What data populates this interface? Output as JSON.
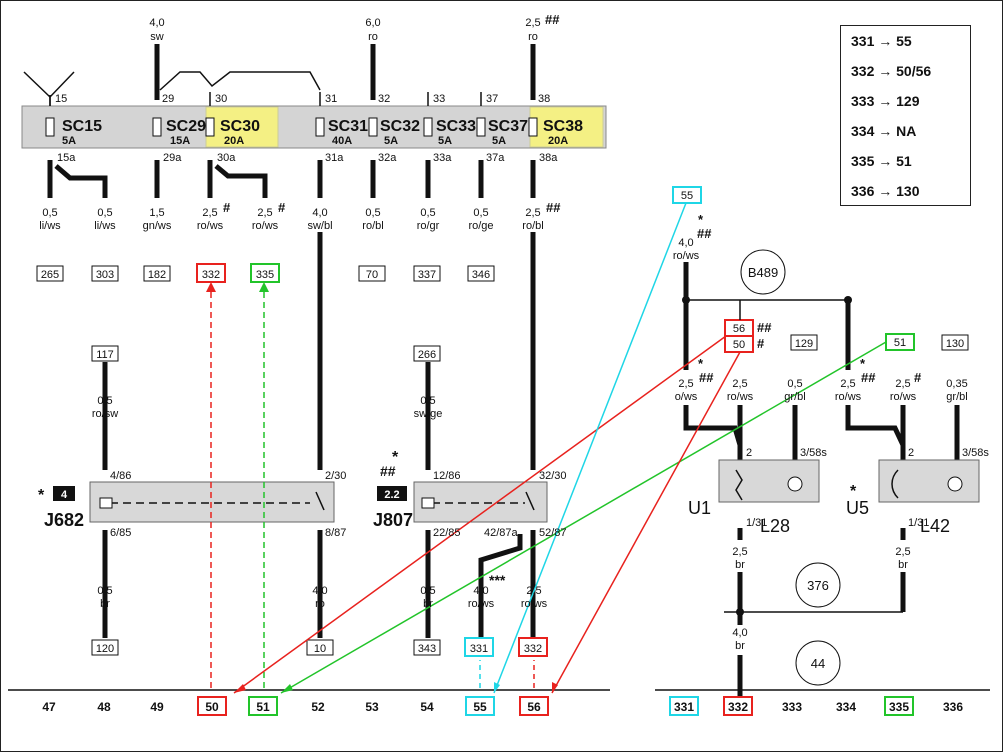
{
  "legend": [
    {
      "text": "331 → 55"
    },
    {
      "text": "332 → 50/56"
    },
    {
      "text": "333 → 129"
    },
    {
      "text": "334 → NA"
    },
    {
      "text": "335 → 51"
    },
    {
      "text": "336 → 130"
    }
  ],
  "fuse_top_numbers": [
    "15",
    "29",
    "30",
    "31",
    "32",
    "33",
    "37",
    "38"
  ],
  "fuses": [
    {
      "name": "SC15",
      "amps": "5A"
    },
    {
      "name": "SC29",
      "amps": "15A"
    },
    {
      "name": "SC30",
      "amps": "20A"
    },
    {
      "name": "SC31",
      "amps": "40A"
    },
    {
      "name": "SC32",
      "amps": "5A"
    },
    {
      "name": "SC33",
      "amps": "5A"
    },
    {
      "name": "SC37",
      "amps": "5A"
    },
    {
      "name": "SC38",
      "amps": "20A"
    }
  ],
  "fuse_bottom_numbers": [
    "15a",
    "29a",
    "30a",
    "31a",
    "32a",
    "33a",
    "37a",
    "38a"
  ],
  "supply_wires": [
    {
      "size": "4,0",
      "color": "sw"
    },
    {
      "size": "6,0",
      "color": "ro"
    },
    {
      "size": "2,5",
      "color": "ro",
      "mark": "##"
    }
  ],
  "branch_wires": [
    {
      "size": "0,5",
      "color": "li/ws",
      "ref": "265"
    },
    {
      "size": "0,5",
      "color": "li/ws",
      "ref": "303"
    },
    {
      "size": "1,5",
      "color": "gn/ws",
      "ref": "182"
    },
    {
      "size": "2,5",
      "color": "ro/ws",
      "mark": "#",
      "ref": "332"
    },
    {
      "size": "2,5",
      "color": "ro/ws",
      "mark": "#",
      "ref": "335"
    },
    {
      "size": "4,0",
      "color": "sw/bl"
    },
    {
      "size": "0,5",
      "color": "ro/bl",
      "ref": "70"
    },
    {
      "size": "0,5",
      "color": "ro/gr",
      "ref": "337"
    },
    {
      "size": "0,5",
      "color": "ro/ge",
      "ref": "346"
    },
    {
      "size": "2,5",
      "color": "ro/bl",
      "mark": "##"
    }
  ],
  "relay_j682": {
    "label": "J682",
    "badge": "4",
    "star": "*",
    "top_ref": "117",
    "top_size": "0,5",
    "top_color": "ro/sw",
    "top_pin": "4/86",
    "bottom_pin": "6/85",
    "bottom_size": "0,5",
    "bottom_color": "br",
    "bottom_ref": "120",
    "right_top_pin": "2/30",
    "right_bottom_pin": "8/87",
    "out_size": "4,0",
    "out_color": "ro",
    "out_ref": "10"
  },
  "relay_j807": {
    "label": "J807",
    "badge": "2.2",
    "star": "*",
    "mark": "##",
    "top_ref": "266",
    "top_size": "0,5",
    "top_color": "sw/ge",
    "top_pin": "12/86",
    "bottom_pin": "22/85",
    "bottom_size": "0,5",
    "bottom_color": "br",
    "bottom_ref": "343",
    "pin_87a": "42/87a",
    "right_top_pin": "32/30",
    "right_bottom_pin": "52/87",
    "out1_size": "4,0",
    "out1_color": "ro/ws",
    "out1_ref": "331",
    "out1_mark": "***",
    "out2_size": "2,5",
    "out2_color": "ro/ws",
    "out2_ref": "332"
  },
  "right_section": {
    "ref55": "55",
    "ref55_mark1": "*",
    "ref55_mark2": "##",
    "ref55_size": "4,0",
    "ref55_color": "ro/ws",
    "b489": "B489",
    "ref56": "56",
    "ref56_mark": "##",
    "ref50": "50",
    "ref50_mark": "#",
    "ref129": "129",
    "ref51": "51",
    "ref130": "130",
    "u1_left_size": "2,5",
    "u1_left_color": "o/ws",
    "u1_left_mark1": "*",
    "u1_left_mark2": "##",
    "u1_mid_size": "2,5",
    "u1_mid_color": "ro/ws",
    "u1_right_size": "0,5",
    "u1_right_color": "gr/bl",
    "u5_left_size": "2,5",
    "u5_left_color": "ro/ws",
    "u5_left_mark1": "*",
    "u5_left_mark2": "##",
    "u5_mid_size": "2,5",
    "u5_mid_color": "ro/ws",
    "u5_mid_mark": "#",
    "u5_right_size": "0,35",
    "u5_right_color": "gr/bl",
    "pin2": "2",
    "pin358": "3/58s",
    "pin131": "1/31",
    "u1": "U1",
    "l28": "L28",
    "u5": "U5",
    "u5_star": "*",
    "l42": "L42",
    "gnd_size": "2,5",
    "gnd_color": "br",
    "c376": "376",
    "c44": "44",
    "gnd_main_size": "4,0",
    "gnd_main_color": "br"
  },
  "bottom_numbers": [
    "47",
    "48",
    "49",
    "50",
    "51",
    "52",
    "53",
    "54",
    "55",
    "56"
  ],
  "bottom_numbers_right": [
    "331",
    "332",
    "333",
    "334",
    "335",
    "336"
  ],
  "colors": {
    "red": "#e8221e",
    "green": "#22c42a",
    "cyan": "#1fd6e6",
    "fuse_yellow": "#f4f084",
    "fuse_bar": "#d4d4d4"
  }
}
